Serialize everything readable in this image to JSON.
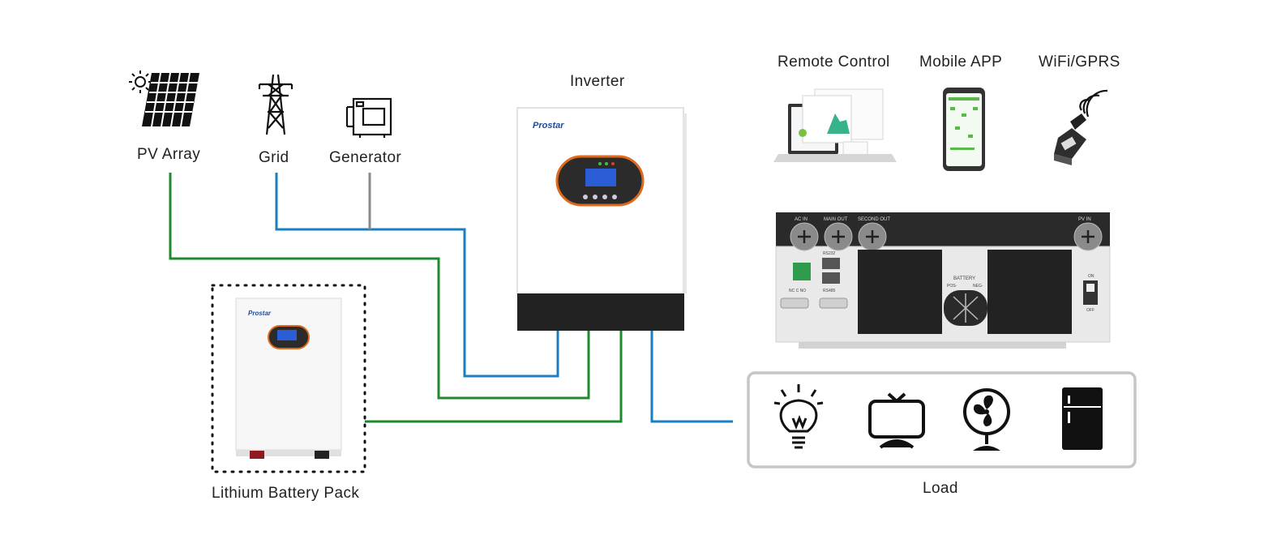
{
  "labels": {
    "pv_array": "PV Array",
    "grid": "Grid",
    "generator": "Generator",
    "inverter": "Inverter",
    "remote_control": "Remote Control",
    "mobile_app": "Mobile APP",
    "wifi_gprs": "WiFi/GPRS",
    "battery_pack": "Lithium Battery Pack",
    "load": "Load"
  },
  "inverter_panel": {
    "brand": "Prostar",
    "ports": {
      "ac_in": "AC IN",
      "main_out": "MAIN OUT",
      "second_out": "SECOND OUT",
      "pv_in": "PV IN"
    },
    "rs232": "RS232",
    "rs485": "RS485",
    "dry_contact": "NC C NO",
    "battery": "BATTERY",
    "pos": "POS-",
    "neg": "NEG-",
    "switch_on": "ON",
    "switch_off": "OFF"
  },
  "battery_unit": {
    "brand": "Prostar"
  },
  "wire_colors": {
    "green": "#1e8a2e",
    "blue": "#1a7fc1",
    "gray": "#8a8a8a"
  },
  "icons": {
    "pv": "solar-panel-icon",
    "grid": "power-tower-icon",
    "generator": "generator-icon",
    "load": [
      "light-bulb-icon",
      "tv-icon",
      "fan-icon",
      "fridge-icon"
    ]
  }
}
